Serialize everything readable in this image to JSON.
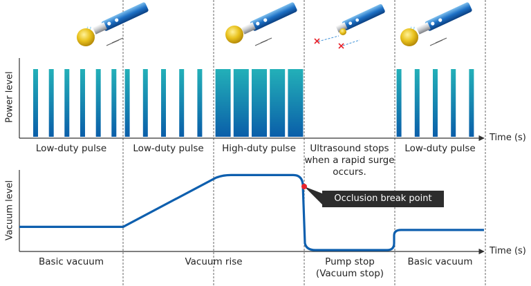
{
  "power_chart": {
    "ylabel": "Power level",
    "xlabel": "Time (s)",
    "phases": [
      {
        "label": "Low-duty pulse",
        "duty": "low",
        "pulses": 6
      },
      {
        "label": "Low-duty pulse",
        "duty": "low",
        "pulses": 5
      },
      {
        "label": "High-duty pulse",
        "duty": "high",
        "pulses": 5
      },
      {
        "label": "Ultrasound stops when a rapid surge occurs.",
        "duty": "none",
        "pulses": 0
      },
      {
        "label": "Low-duty pulse",
        "duty": "low",
        "pulses": 5
      }
    ]
  },
  "vacuum_chart": {
    "ylabel": "Vacuum level",
    "xlabel": "Time (s)",
    "phases": [
      {
        "label": "Basic vacuum"
      },
      {
        "label": "Vacuum rise"
      },
      {
        "label": "Pump stop (Vacuum stop)"
      },
      {
        "label": "Basic vacuum"
      }
    ],
    "callout": "Occlusion break point",
    "curve": {
      "basic_level": 0.3,
      "peak_level": 0.97,
      "stop_level": 0.0,
      "resume_level": 0.26
    }
  },
  "colors": {
    "bar_top": "#23b0b8",
    "bar_bottom": "#0a5ea9",
    "curve": "#0e5fae",
    "break_point": "#e8242c",
    "callout_bg": "#2d2d2d",
    "divider": "#666666"
  },
  "icons": [
    "tip-with-lens-icon",
    "tip-with-lens-icon",
    "tip-with-lens-icon",
    "tip-blocked-icon",
    "tip-with-lens-icon"
  ]
}
